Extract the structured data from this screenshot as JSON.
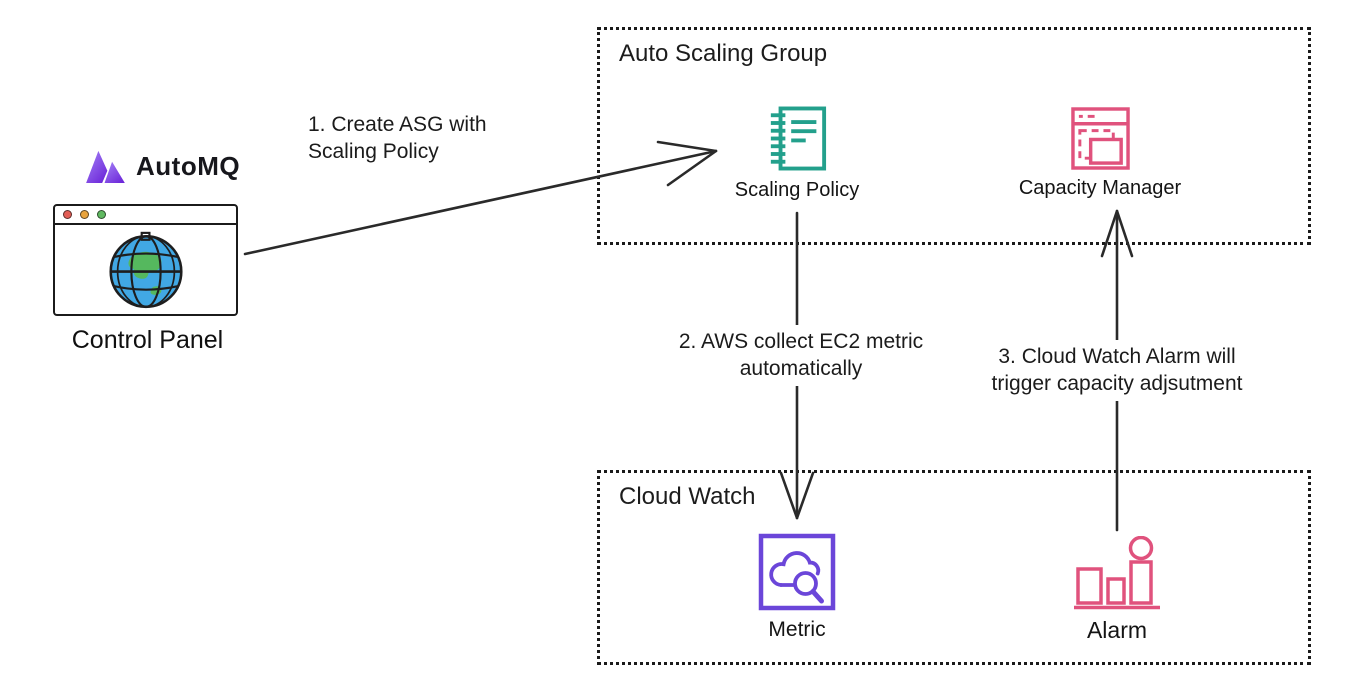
{
  "logo": {
    "brand": "AutoMQ"
  },
  "control_panel": {
    "label": "Control Panel"
  },
  "groups": {
    "asg": {
      "title": "Auto Scaling Group"
    },
    "cloudwatch": {
      "title": "Cloud Watch"
    }
  },
  "nodes": {
    "scaling_policy": {
      "label": "Scaling Policy"
    },
    "capacity_manager": {
      "label": "Capacity Manager"
    },
    "metric": {
      "label": "Metric"
    },
    "alarm": {
      "label": "Alarm"
    }
  },
  "steps": {
    "step1": "1. Create ASG with\nScaling Policy",
    "step2": "2. AWS collect EC2 metric\nautomatically",
    "step3": "3. Cloud Watch Alarm will\ntrigger capacity adjsutment"
  },
  "icons": {
    "logo_mark": "automq-m-mark",
    "control_panel": "browser-window-with-globe",
    "scaling_policy": "notebook-list",
    "capacity_manager": "window-resize-frames",
    "metric": "cloud-with-magnifier",
    "alarm": "bar-chart-with-indicator"
  },
  "colors": {
    "ink": "#1c1c1c",
    "teal": "#23a08c",
    "pink": "#e0527d",
    "purple": "#6b46d9",
    "logo_gradient_start": "#a583f7",
    "logo_gradient_end": "#6d28d9",
    "dot_red": "#e25d55",
    "dot_yellow": "#e8a33d",
    "dot_green": "#5fb960",
    "globe_blue": "#41a8e4",
    "globe_green": "#55b85e"
  }
}
